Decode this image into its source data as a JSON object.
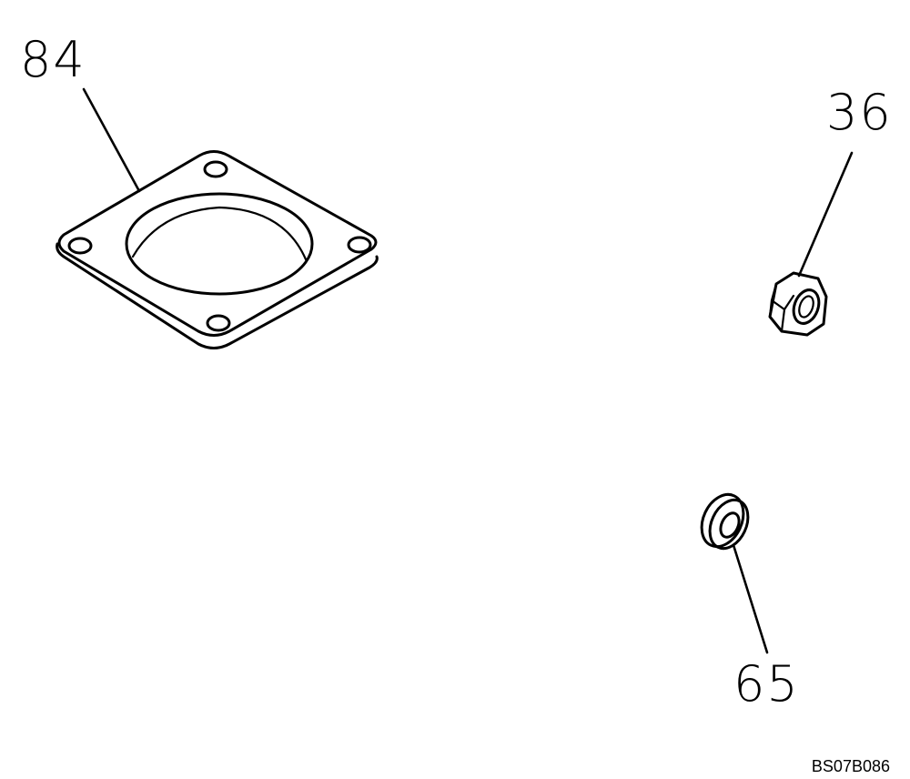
{
  "callouts": {
    "gasket": "84",
    "nut": "36",
    "washer": "65"
  },
  "drawing_code": "BS07B086",
  "colors": {
    "ink": "#000000",
    "background": "#ffffff"
  }
}
